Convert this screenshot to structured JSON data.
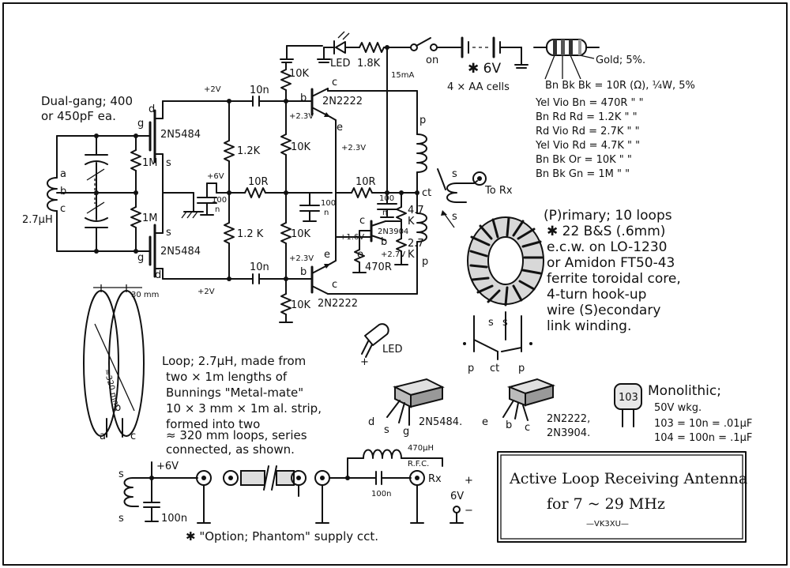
{
  "header": {
    "led": "LED",
    "r_led": "1.8K",
    "switch_label": "on",
    "current": "15mA",
    "battery_voltage": "✱ 6V",
    "battery_cells": "4 × AA cells",
    "band_note": "Gold; 5%."
  },
  "capacitor_note": "Dual-gang; 400",
  "capacitor_note2": "or 450pF ea.",
  "circuit": {
    "fet_top": "2N5484",
    "fet_bot": "2N5484",
    "bjt_top": "2N2222",
    "bjt_bot": "2N2222",
    "bjt_mid": "2N3904",
    "r_top": "10K",
    "r_mid1": "10K",
    "r_mid2": "10K",
    "r_bot": "10K",
    "r_1k2_a": "1.2K",
    "r_1k2_b": "1.2 K",
    "r_1m_a": "1M",
    "r_1m_b": "1M",
    "r_10r_a": "10R",
    "r_10r_b": "10R",
    "r_470r": "470R",
    "r_4k7": "4.7",
    "r_4k7b": "K",
    "r_2k7": "2.7",
    "r_2k7b": "K",
    "c_10n_top": "10n",
    "c_10n_bot": "10n",
    "c_100n_a": "100",
    "c_100n_a2": "n",
    "c_100n_b": "100",
    "c_100n_b2": "n",
    "c_100n_c": "100",
    "c_100n_c2": "n",
    "v_2_top": "+2V",
    "v_2_bot": "+2V",
    "v_23_a": "+2.3V",
    "v_23_b": "+2.3V",
    "v_23_c": "+2.3V",
    "v_16": "+1.6V",
    "v_27": "+2.7V",
    "v_6": "+6V",
    "coil": "2.7µH",
    "coil_a": "a",
    "coil_b": "b",
    "coil_c": "c",
    "to_rx": "To Rx",
    "p_top": "p",
    "ct": "ct",
    "p_bot": "p",
    "s1": "s",
    "s2": "s",
    "d_top": "d",
    "g_top": "g",
    "s_top": "s",
    "d_bot": "d",
    "g_bot": "g",
    "s_bot": "s",
    "b_top": "b",
    "c_top": "c",
    "e_top": "e",
    "b_bot": "b",
    "c_bot": "c",
    "e_bot": "e",
    "c_mid": "c",
    "b_mid": "b",
    "e_mid": "e"
  },
  "color_code": [
    {
      "code": "Bn Bk Bk = 10R (Ω), ¼W, 5%"
    },
    {
      "code": "Yel Vio Bn = 470R  \"  \""
    },
    {
      "code": "Bn Rd Rd = 1.2K  \"  \""
    },
    {
      "code": "Rd Vio Rd = 2.7K  \"  \""
    },
    {
      "code": "Yel Vio Rd = 4.7K  \"  \""
    },
    {
      "code": "Bn Bk Or = 10K  \"  \""
    },
    {
      "code": "Bn Bk Gn = 1M  \"  \""
    }
  ],
  "toroid_note": [
    "(P)rimary; 10 loops",
    "✱ 22 B&S (.6mm)",
    "e.c.w. on LO-1230",
    "or Amidon FT50-43",
    "ferrite toroidal core,",
    "4-turn hook-up",
    "wire (S)econdary",
    "link winding."
  ],
  "toroid_labels": {
    "p1": "p",
    "ct": "ct",
    "p2": "p",
    "s1": "s",
    "s2": "s"
  },
  "loop": {
    "spacing": "30 mm",
    "diameter": "≈320 mm",
    "a": "a",
    "b": "b",
    "c": "c"
  },
  "loop_note": [
    "Loop; 2.7µH, made from",
    "two × 1m lengths of",
    "Bunnings \"Metal-mate\"",
    "10 × 3 mm × 1m al. strip,",
    "formed into two",
    "≈ 320 mm loops, series",
    "connected, as shown."
  ],
  "led_part": {
    "label": "LED",
    "plus": "+"
  },
  "parts": {
    "fet_pins": [
      "d",
      "s",
      "g"
    ],
    "fet_name": "2N5484.",
    "bjt_pins": [
      "e",
      "b",
      "c"
    ],
    "bjt_name1": "2N2222,",
    "bjt_name2": "2N3904.",
    "cap_code": "103",
    "mono": [
      "Monolithic;",
      "50V wkg.",
      "103 = 10n = .01µF",
      "104 = 100n = .1µF"
    ]
  },
  "phantom": {
    "v6": "+6V",
    "c100n": "100n",
    "s1": "s",
    "s2": "s",
    "rfc_val": "470µH",
    "rfc": "R.F.C.",
    "c100n_b": "100n",
    "rx": "Rx",
    "plus": "+",
    "v6b": "6V",
    "minus": "−",
    "caption": "✱ \"Option; Phantom\" supply cct."
  },
  "title_box": {
    "title": "Active Loop Receiving Antenna",
    "subtitle": "for  7 ~ 29  MHz",
    "sig": "—VK3XU—"
  }
}
